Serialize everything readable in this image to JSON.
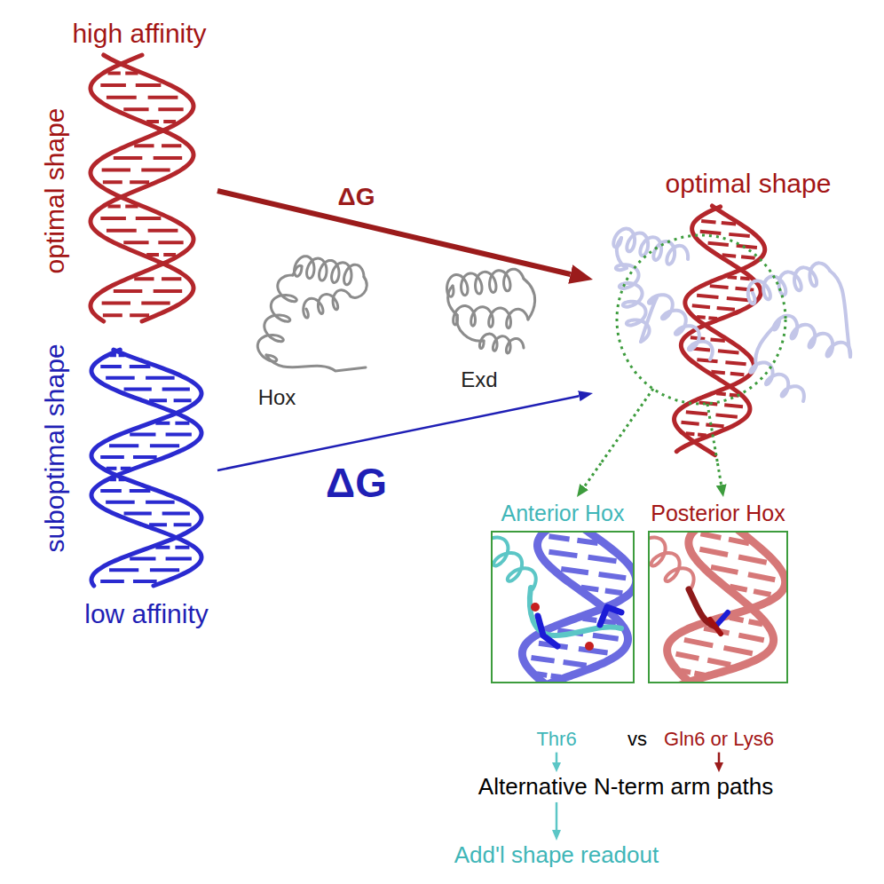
{
  "diagram": {
    "nodes": [
      {
        "text": [
          "high affinity",
          "optimal shape"
        ]
      },
      {
        "text": [
          "suboptimal shape",
          "low affinity"
        ]
      },
      {
        "text": [
          "optimal shape"
        ]
      },
      {
        "text": [
          "Anterior Hox"
        ]
      },
      {
        "text": [
          "Posterior Hox"
        ]
      },
      {
        "text": [
          "Thr6"
        ]
      },
      {
        "text": [
          "Gln6 or Lys6"
        ]
      },
      {
        "text": [
          "Alternative N-term arm paths"
        ]
      },
      {
        "text": [
          "Add'l shape readout"
        ]
      }
    ],
    "edges": [
      {
        "from": 0,
        "to": 2,
        "arrow": "to",
        "label": "ΔG"
      },
      {
        "from": 1,
        "to": 2,
        "arrow": "to",
        "label": "ΔG"
      },
      {
        "from": 2,
        "to": 3,
        "arrow": "to"
      },
      {
        "from": 2,
        "to": 4,
        "arrow": "to"
      },
      {
        "from": 5,
        "to": 7,
        "arrow": "to"
      },
      {
        "from": 6,
        "to": 7,
        "arrow": "to"
      },
      {
        "from": 7,
        "to": 8,
        "arrow": "to"
      }
    ],
    "labels": [
      "Hox",
      "Exd",
      "vs"
    ]
  }
}
